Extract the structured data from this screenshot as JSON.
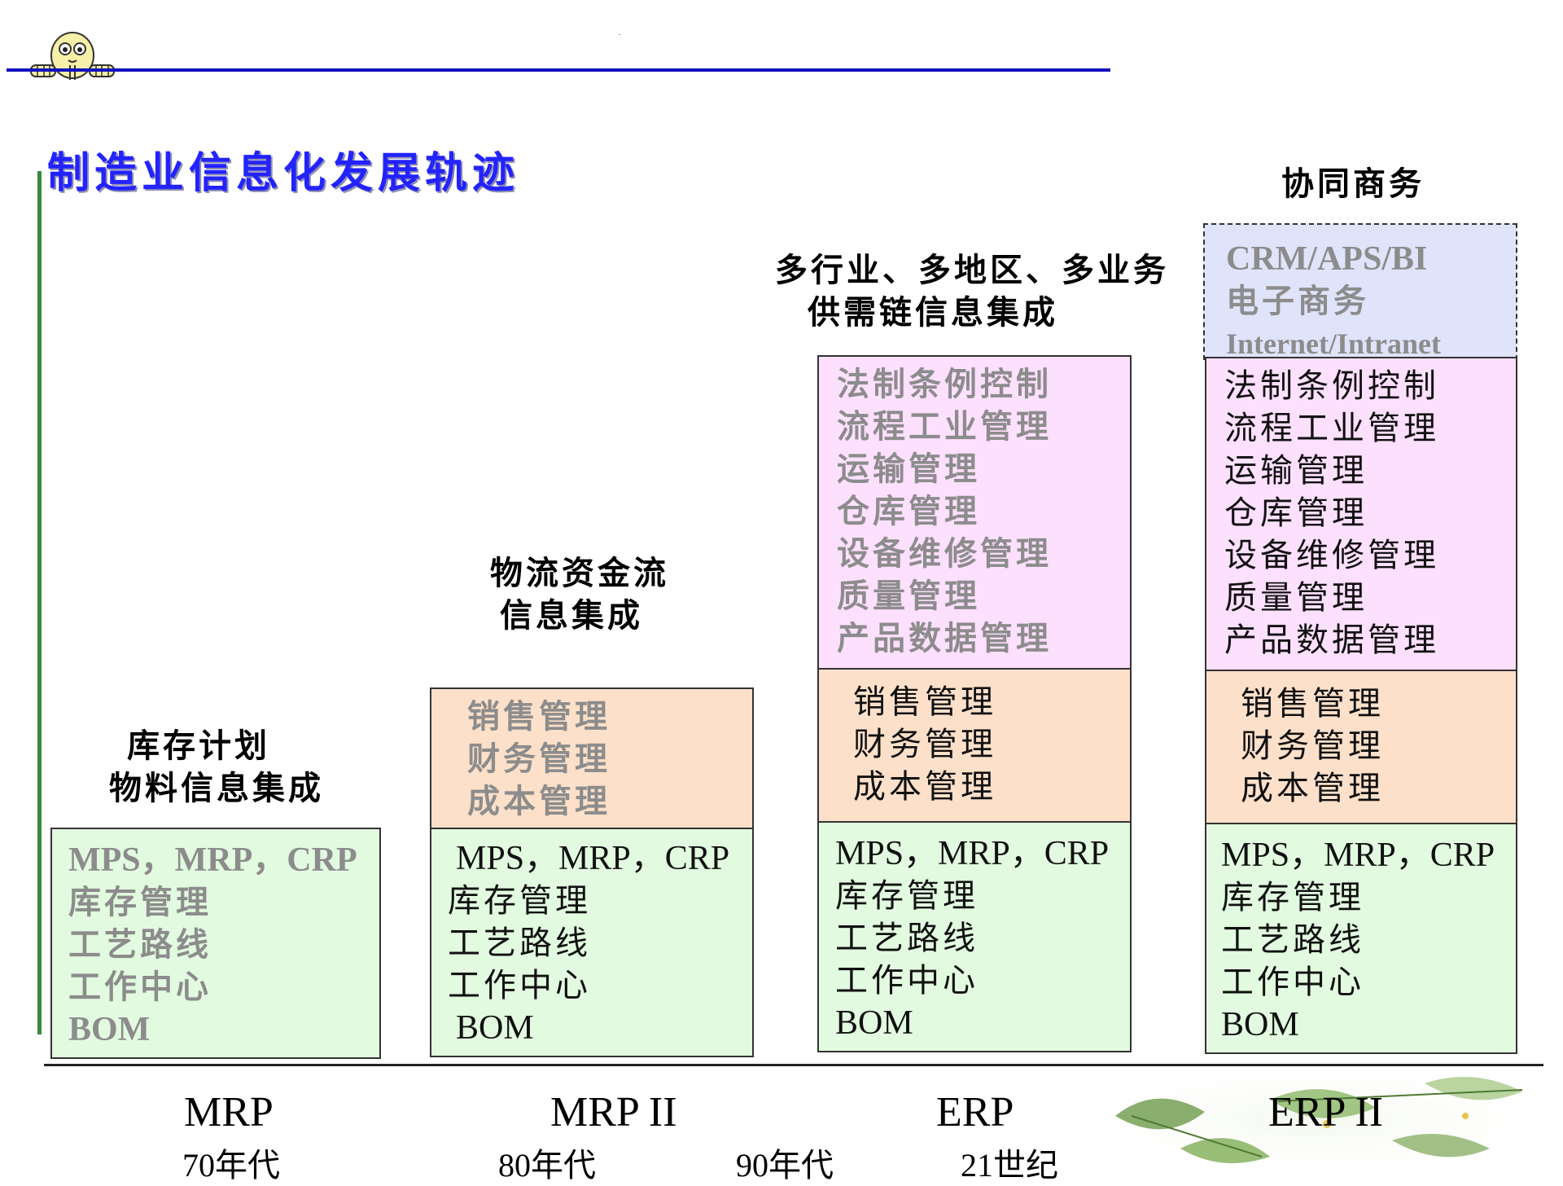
{
  "title": "制造业信息化发展轨迹",
  "stages": [
    {
      "era": "MRP",
      "decade": "70年代",
      "heading": [
        "库存计划",
        "物料信息集成"
      ],
      "base": [
        "MPS，MRP，CRP",
        "库存管理",
        "工艺路线",
        "工作中心",
        "BOM"
      ]
    },
    {
      "era": "MRP II",
      "decade": "80年代",
      "heading": [
        "物流资金流",
        "信息集成"
      ],
      "finance": [
        "销售管理",
        "财务管理",
        "成本管理"
      ],
      "base": [
        "MPS，MRP，CRP",
        "库存管理",
        "工艺路线",
        "工作中心",
        "BOM"
      ]
    },
    {
      "era": "ERP",
      "decade": "90年代",
      "heading": [
        "多行业、多地区、多业务",
        "供需链信息集成"
      ],
      "industry": [
        "法制条例控制",
        "流程工业管理",
        "运输管理",
        "仓库管理",
        "设备维修管理",
        "质量管理",
        "产品数据管理"
      ],
      "finance": [
        "销售管理",
        "财务管理",
        "成本管理"
      ],
      "base": [
        "MPS，MRP，CRP",
        "库存管理",
        "工艺路线",
        "工作中心",
        "BOM"
      ]
    },
    {
      "era": "ERP II",
      "decade": "21世纪",
      "heading": [
        "协同商务"
      ],
      "collab": [
        "CRM/APS/BI",
        "电子商务",
        "Internet/Intranet"
      ],
      "industry": [
        "法制条例控制",
        "流程工业管理",
        "运输管理",
        "仓库管理",
        "设备维修管理",
        "质量管理",
        "产品数据管理"
      ],
      "finance": [
        "销售管理",
        "财务管理",
        "成本管理"
      ],
      "base": [
        "MPS，MRP，CRP",
        "库存管理",
        "工艺路线",
        "工作中心",
        "BOM"
      ]
    }
  ],
  "colors": {
    "title": "#2323ff",
    "base": "#e2fbe0",
    "finance": "#fde0c9",
    "industry": "#fde0fe",
    "collab": "#e0e4fa",
    "axis": "#1010c0"
  },
  "icons": [
    "mascot-icon",
    "leaves-decoration"
  ]
}
